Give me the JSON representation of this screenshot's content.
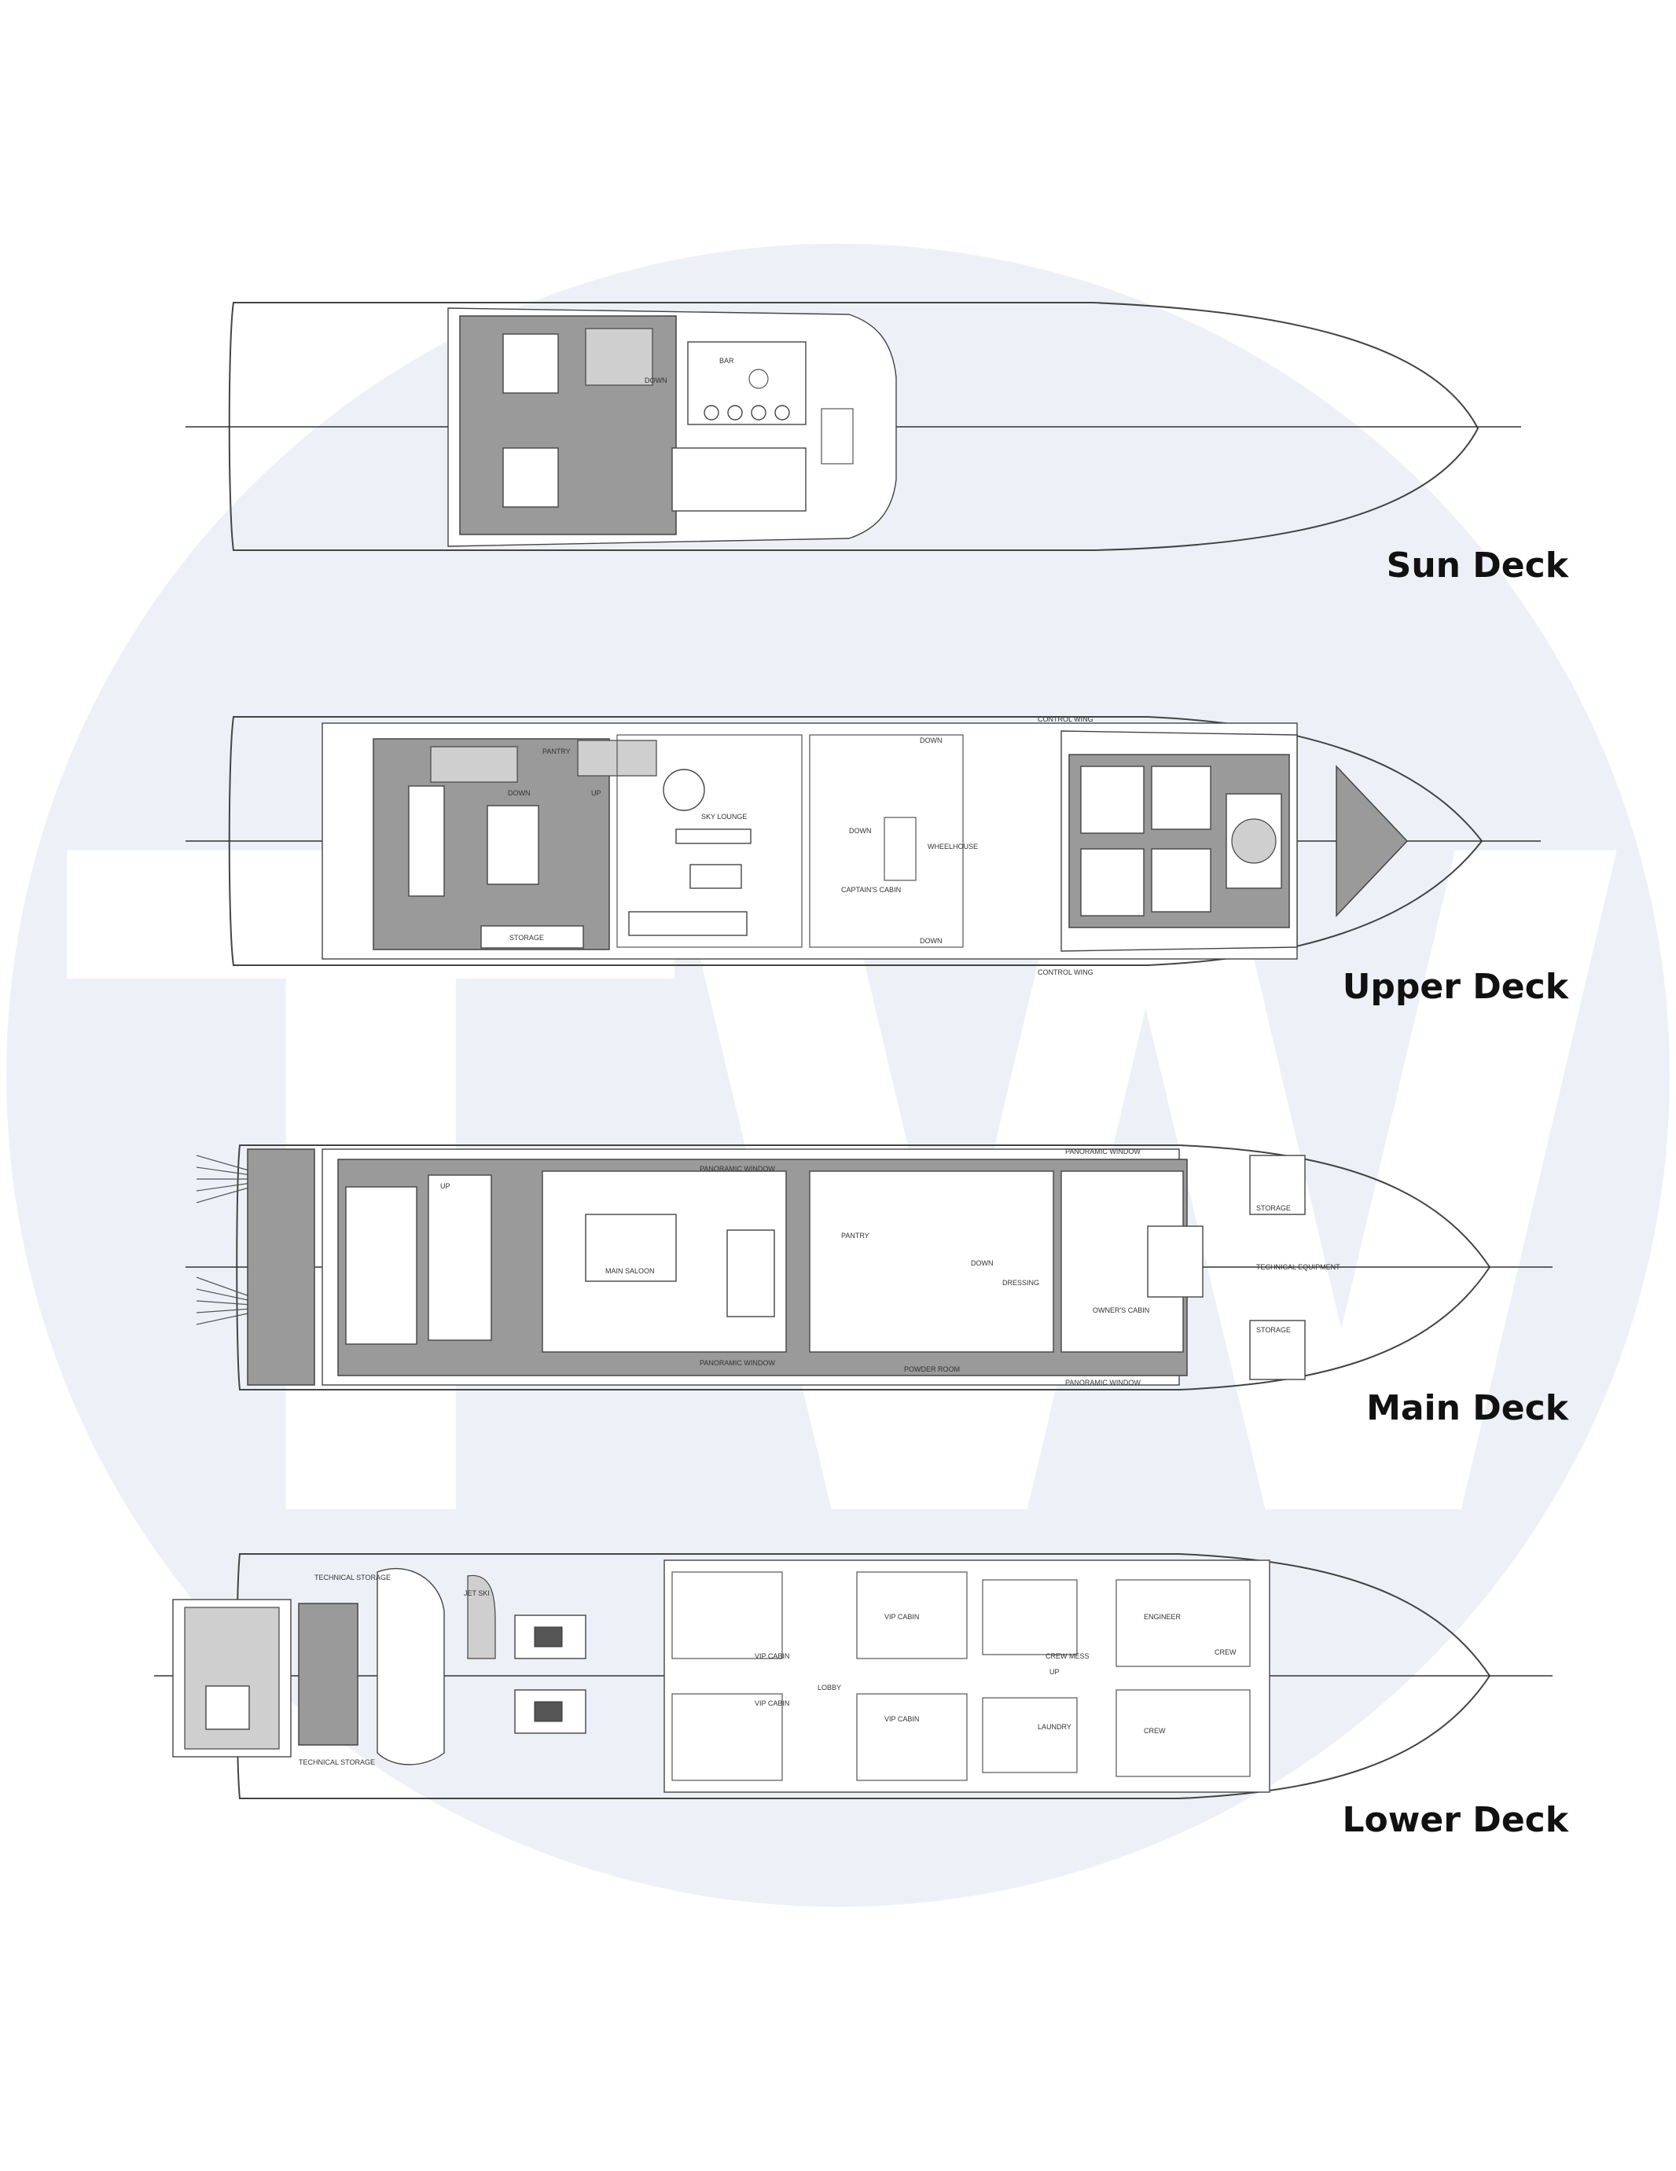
{
  "watermark": {
    "letters": "TW",
    "circle_color": "#edf1f7",
    "letters_color": "#ffffff"
  },
  "decks": [
    {
      "id": "sun",
      "label": "Sun Deck",
      "room_labels": [
        "BAR",
        "DOWN"
      ]
    },
    {
      "id": "upper",
      "label": "Upper Deck",
      "room_labels": [
        "PANTRY",
        "DOWN",
        "UP",
        "SKY LOUNGE",
        "WHEELHOUSE",
        "CAPTAIN'S CABIN",
        "STORAGE",
        "CONTROL WING",
        "CONTROL WING",
        "DOWN",
        "DOWN"
      ]
    },
    {
      "id": "main",
      "label": "Main Deck",
      "room_labels": [
        "MAIN SALOON",
        "PANORAMIC WINDOW",
        "PANORAMIC WINDOW",
        "PANORAMIC WINDOW",
        "PANORAMIC WINDOW",
        "PANTRY",
        "OWNER'S CABIN",
        "DRESSING",
        "STORAGE",
        "STORAGE",
        "TECHNICAL EQUIPMENT",
        "POWDER ROOM",
        "DOWN",
        "UP"
      ]
    },
    {
      "id": "lower",
      "label": "Lower Deck",
      "room_labels": [
        "TECHNICAL STORAGE",
        "TECHNICAL STORAGE",
        "JET SKI",
        "VIP CABIN",
        "VIP CABIN",
        "VIP CABIN",
        "VIP CABIN",
        "LOBBY",
        "CREW MESS",
        "LAUNDRY",
        "ENGINEER",
        "CREW",
        "CREW",
        "UP"
      ]
    }
  ]
}
